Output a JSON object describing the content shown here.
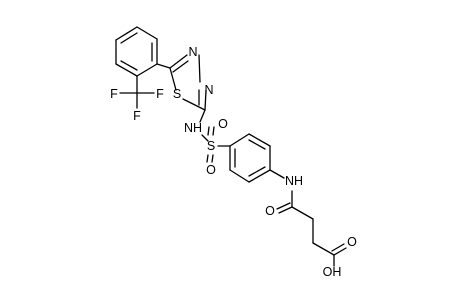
{
  "diagram": {
    "type": "chemical-structure",
    "colors": {
      "bond": "#000000",
      "label": "#000000",
      "background": "#ffffff"
    },
    "atom_labels": {
      "f1": "F",
      "f2": "F",
      "f3": "F",
      "s_ring": "S",
      "n_upper": "N",
      "n_lower": "N",
      "nh_sulfonamide": "NH",
      "s_sulfonyl": "S",
      "o_sulfonyl_top": "O",
      "o_sulfonyl_bottom": "O",
      "nh_amide": "NH",
      "o_amide": "O",
      "o_acid": "O",
      "oh_acid": "OH"
    }
  }
}
